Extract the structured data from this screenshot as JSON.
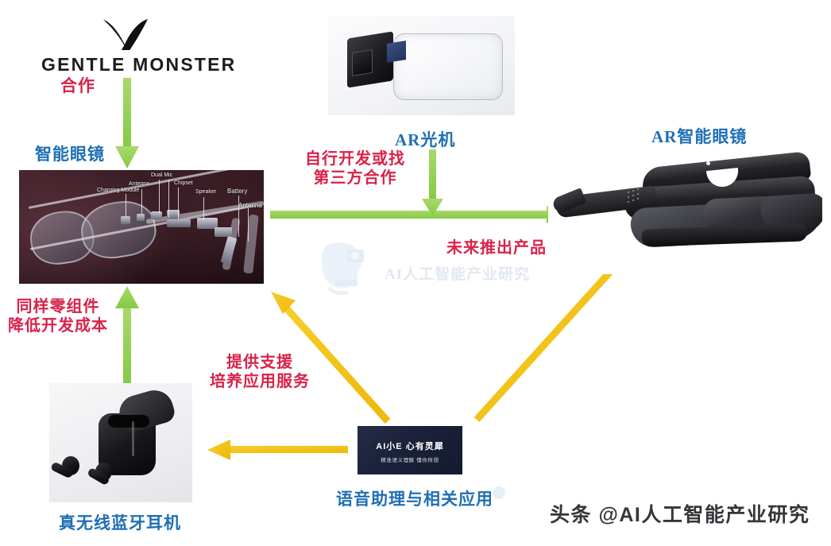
{
  "diagram": {
    "title": "AR Smart Glasses Ecosystem Relationship Diagram",
    "colors": {
      "green_arrow": "#92d050",
      "yellow_arrow": "#f2c20c",
      "blue_label": "#1f6fb5",
      "red_label": "#d8234a"
    }
  },
  "brand": {
    "name": "GENTLE MONSTER",
    "logo_icon": "gentle-monster-wings-logo"
  },
  "nodes": {
    "smart_glasses": {
      "label": "智能眼镜",
      "photo_callouts": [
        "Charging Module",
        "Antenna",
        "Dual Mic",
        "Chipset",
        "Speaker",
        "Battery",
        "Antenna"
      ]
    },
    "ar_light_engine": {
      "label": "AR光机"
    },
    "ar_smart_glasses": {
      "label": "AR智能眼镜"
    },
    "wireless_earbuds": {
      "label": "真无线蓝牙耳机"
    },
    "voice_assistant": {
      "label": "语音助理与相关应用",
      "card_title": "AI小E 心有灵犀",
      "card_subtitle": "精准语义理解 懂你所想"
    }
  },
  "edges": {
    "cooperation": {
      "label": "合作",
      "color": "#92d050",
      "direction": "down"
    },
    "self_develop": {
      "label_line1": "自行开发或找",
      "label_line2": "第三方合作",
      "color": "#92d050"
    },
    "future_product": {
      "label": "未来推出产品",
      "color": "#92d050",
      "direction": "right"
    },
    "shared_components": {
      "label_line1": "同样零组件",
      "label_line2": "降低开发成本",
      "color": "#92d050",
      "direction": "up"
    },
    "provide_support": {
      "label_line1": "提供支援",
      "label_line2": "培养应用服务",
      "color": "#f2c20c"
    }
  },
  "watermarks": {
    "center": "AI人工智能产业研究",
    "bottom_right": "头条 @AI人工智能产业研究"
  }
}
